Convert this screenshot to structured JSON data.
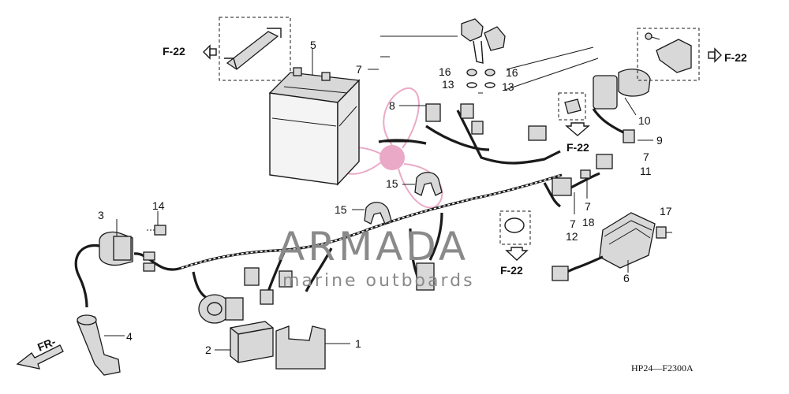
{
  "callouts": [
    {
      "id": "c1",
      "text": "1"
    },
    {
      "id": "c2",
      "text": "2"
    },
    {
      "id": "c3",
      "text": "3"
    },
    {
      "id": "c4",
      "text": "4"
    },
    {
      "id": "c5",
      "text": "5"
    },
    {
      "id": "c6",
      "text": "6"
    },
    {
      "id": "c7a",
      "text": "7"
    },
    {
      "id": "c7b",
      "text": "7"
    },
    {
      "id": "c7c",
      "text": "7"
    },
    {
      "id": "c7d",
      "text": "7"
    },
    {
      "id": "c8",
      "text": "8"
    },
    {
      "id": "c9",
      "text": "9"
    },
    {
      "id": "c10",
      "text": "10"
    },
    {
      "id": "c11",
      "text": "11"
    },
    {
      "id": "c12",
      "text": "12"
    },
    {
      "id": "c13a",
      "text": "13"
    },
    {
      "id": "c13b",
      "text": "13"
    },
    {
      "id": "c14",
      "text": "14"
    },
    {
      "id": "c15a",
      "text": "15"
    },
    {
      "id": "c15b",
      "text": "15"
    },
    {
      "id": "c16a",
      "text": "16"
    },
    {
      "id": "c16b",
      "text": "16"
    },
    {
      "id": "c17",
      "text": "17"
    },
    {
      "id": "c18",
      "text": "18"
    }
  ],
  "references": [
    {
      "id": "r1",
      "text": "F-22"
    },
    {
      "id": "r2",
      "text": "F-22"
    },
    {
      "id": "r3",
      "text": "F-22"
    },
    {
      "id": "r4",
      "text": "F-22"
    }
  ],
  "front_label": "FR-",
  "diagram_code": "HP24—F2300A",
  "watermark": {
    "brand": "ARMADA",
    "tagline": "marine outboards",
    "accent_color": "#e79bbd"
  }
}
